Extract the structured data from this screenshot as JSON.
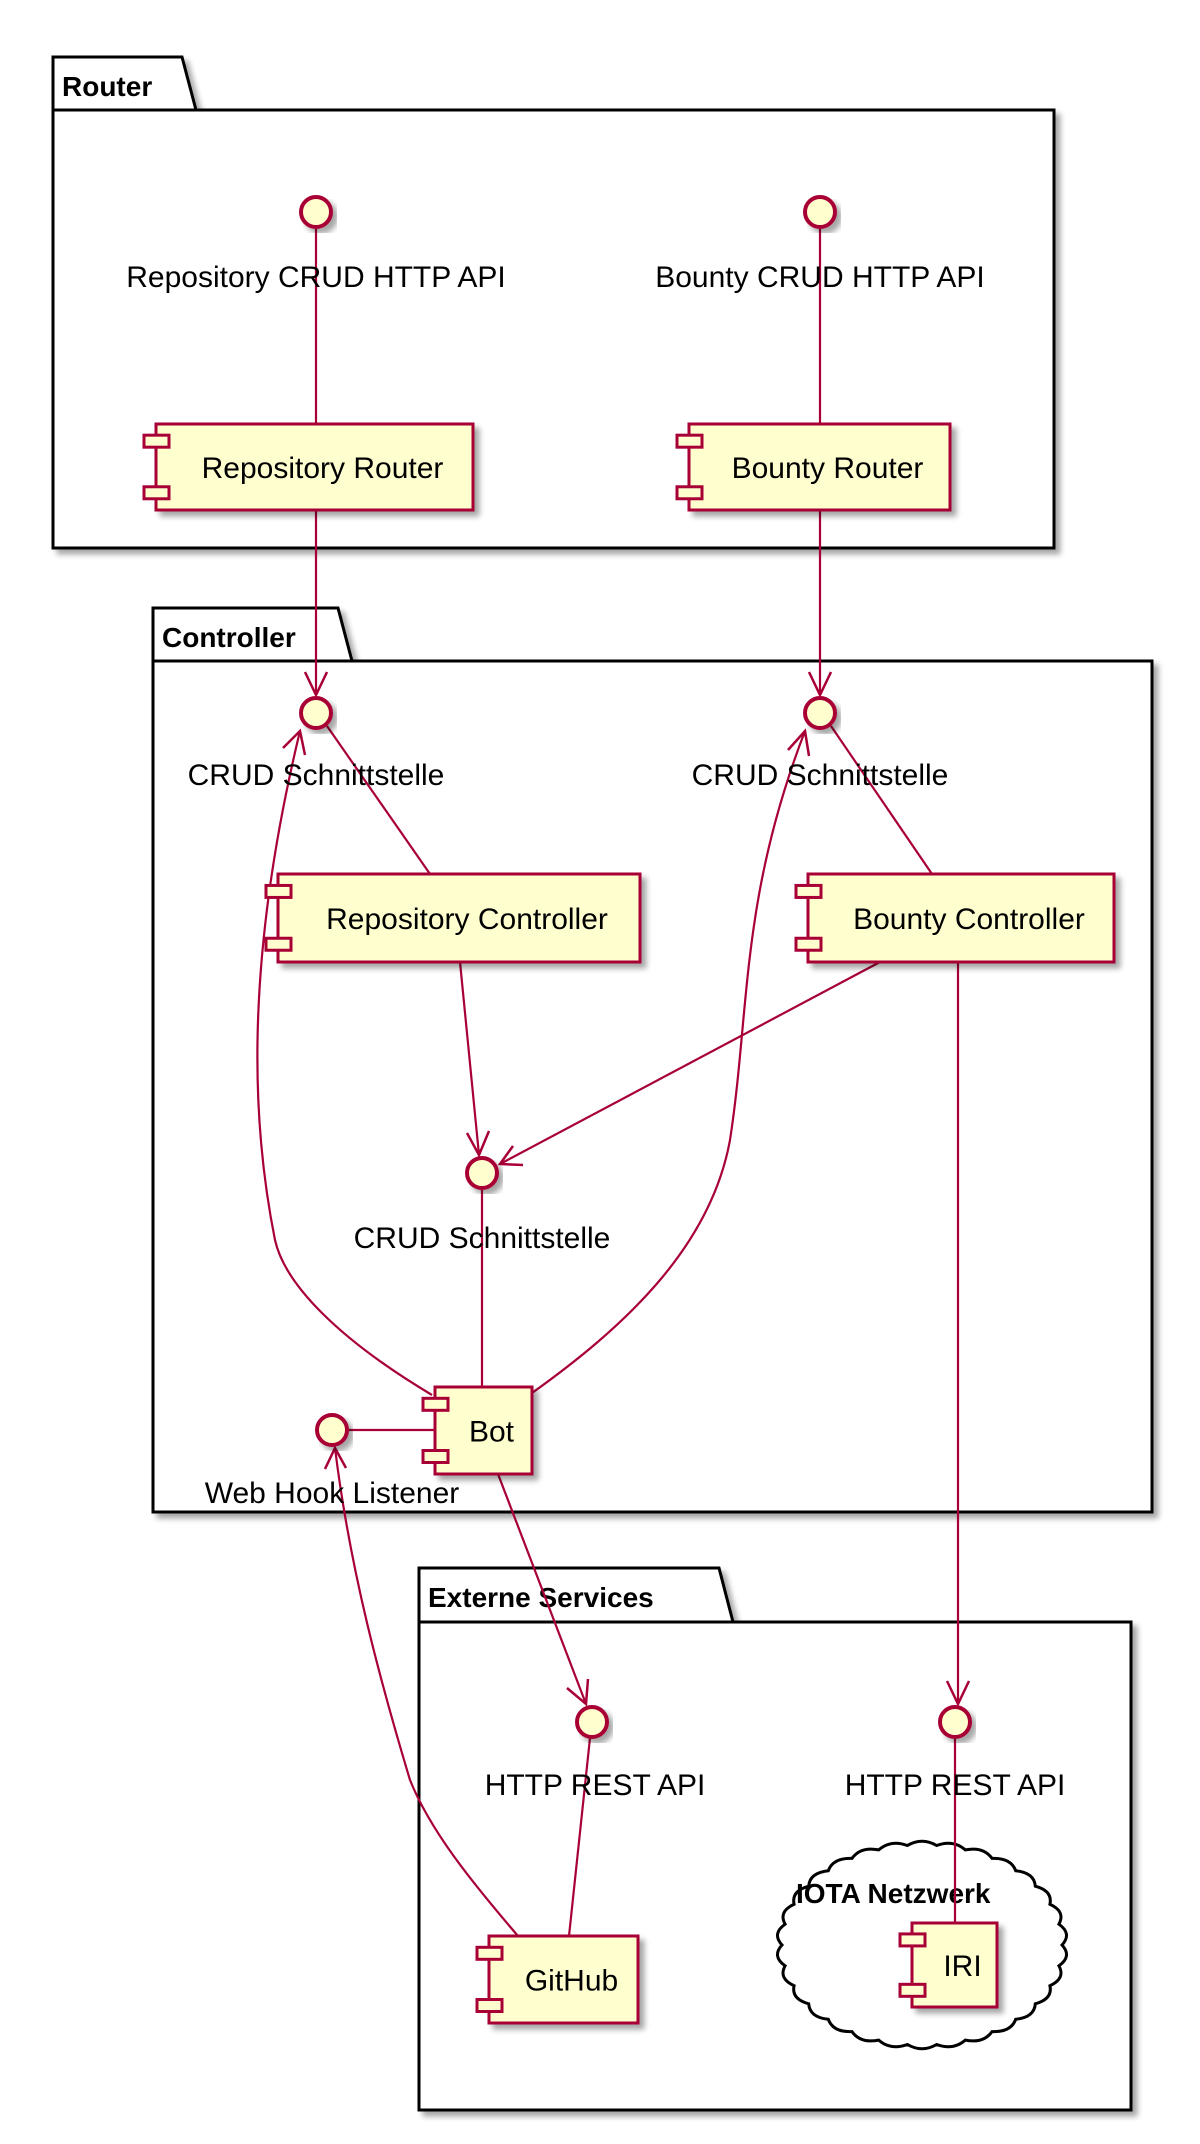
{
  "diagram": {
    "type": "UML component diagram",
    "colors": {
      "component_fill": "#FEFECE",
      "component_border": "#A80036",
      "link": "#A80036",
      "package_border": "#000000"
    },
    "packages": [
      {
        "id": "router",
        "title": "Router"
      },
      {
        "id": "controller",
        "title": "Controller"
      },
      {
        "id": "externe",
        "title": "Externe Services"
      }
    ],
    "cloud": {
      "id": "iota",
      "title": "IOTA Netzwerk"
    },
    "components": [
      {
        "id": "repo_router",
        "label": "Repository Router",
        "package": "Router"
      },
      {
        "id": "bounty_router",
        "label": "Bounty Router",
        "package": "Router"
      },
      {
        "id": "repo_controller",
        "label": "Repository Controller",
        "package": "Controller"
      },
      {
        "id": "bounty_controller",
        "label": "Bounty Controller",
        "package": "Controller"
      },
      {
        "id": "bot",
        "label": "Bot",
        "package": "Controller"
      },
      {
        "id": "github",
        "label": "GitHub",
        "package": "Externe Services"
      },
      {
        "id": "iri",
        "label": "IRI",
        "package": "IOTA Netzwerk"
      }
    ],
    "interfaces": [
      {
        "id": "repo_api",
        "label": "Repository CRUD HTTP API",
        "package": "Router"
      },
      {
        "id": "bounty_api",
        "label": "Bounty CRUD HTTP API",
        "package": "Router"
      },
      {
        "id": "crud_left",
        "label": "CRUD Schnittstelle",
        "package": "Controller"
      },
      {
        "id": "crud_right",
        "label": "CRUD Schnittstelle",
        "package": "Controller"
      },
      {
        "id": "crud_mid",
        "label": "CRUD Schnittstelle",
        "package": "Controller"
      },
      {
        "id": "webhook",
        "label": "Web Hook Listener",
        "package": "Controller"
      },
      {
        "id": "github_api",
        "label": "HTTP REST API",
        "package": "Externe Services"
      },
      {
        "id": "iota_api",
        "label": "HTTP REST API",
        "package": "Externe Services"
      }
    ],
    "relations": [
      {
        "from": "repo_api",
        "to": "repo_router",
        "kind": "association"
      },
      {
        "from": "bounty_api",
        "to": "bounty_router",
        "kind": "association"
      },
      {
        "from": "repo_router",
        "to": "crud_left",
        "kind": "uses"
      },
      {
        "from": "bounty_router",
        "to": "crud_right",
        "kind": "uses"
      },
      {
        "from": "crud_left",
        "to": "repo_controller",
        "kind": "association"
      },
      {
        "from": "crud_right",
        "to": "bounty_controller",
        "kind": "association"
      },
      {
        "from": "repo_controller",
        "to": "crud_mid",
        "kind": "uses"
      },
      {
        "from": "bounty_controller",
        "to": "crud_mid",
        "kind": "uses"
      },
      {
        "from": "crud_mid",
        "to": "bot",
        "kind": "association"
      },
      {
        "from": "bot",
        "to": "crud_left",
        "kind": "uses"
      },
      {
        "from": "bot",
        "to": "crud_right",
        "kind": "uses"
      },
      {
        "from": "webhook",
        "to": "bot",
        "kind": "association"
      },
      {
        "from": "bot",
        "to": "github_api",
        "kind": "uses"
      },
      {
        "from": "github",
        "to": "webhook",
        "kind": "uses"
      },
      {
        "from": "github_api",
        "to": "github",
        "kind": "association"
      },
      {
        "from": "bounty_controller",
        "to": "iota_api",
        "kind": "uses"
      },
      {
        "from": "iota_api",
        "to": "iri",
        "kind": "association"
      }
    ]
  }
}
